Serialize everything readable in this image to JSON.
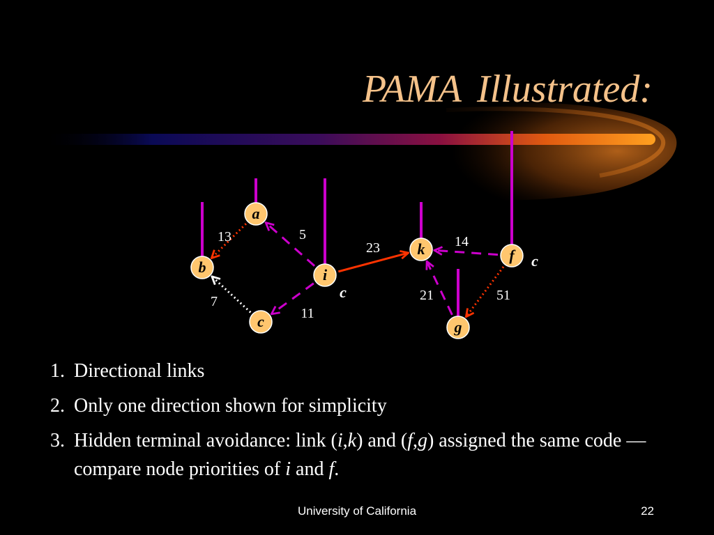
{
  "colors": {
    "background": "#000000",
    "title": "#f5c28a",
    "node_fill": "#ffc66e",
    "link_magenta": "#cc00cc",
    "link_red_active": "#ff3300",
    "link_red_dotted": "#ff3300",
    "link_white_dotted": "#ffffff",
    "text": "#ffffff"
  },
  "title": {
    "part1": "PAMA",
    "part2": "Illustrated:"
  },
  "diagram": {
    "nodes": [
      {
        "id": "a",
        "label": "a"
      },
      {
        "id": "b",
        "label": "b"
      },
      {
        "id": "c",
        "label": "c"
      },
      {
        "id": "i",
        "label": "i"
      },
      {
        "id": "k",
        "label": "k"
      },
      {
        "id": "f",
        "label": "f"
      },
      {
        "id": "g",
        "label": "g"
      }
    ],
    "links": [
      {
        "from": "a",
        "to": "b",
        "weight": "13",
        "style": "dotted-red"
      },
      {
        "from": "i",
        "to": "a",
        "weight": "5",
        "style": "dashed-magenta"
      },
      {
        "from": "c",
        "to": "b",
        "weight": "7",
        "style": "dotted-white"
      },
      {
        "from": "i",
        "to": "c",
        "weight": "11",
        "style": "dashed-magenta"
      },
      {
        "from": "i",
        "to": "k",
        "weight": "23",
        "style": "solid-red"
      },
      {
        "from": "f",
        "to": "k",
        "weight": "14",
        "style": "dashed-magenta"
      },
      {
        "from": "g",
        "to": "k",
        "weight": "21",
        "style": "dashed-magenta"
      },
      {
        "from": "f",
        "to": "g",
        "weight": "51",
        "style": "dotted-red"
      }
    ],
    "code_labels": [
      {
        "node": "i",
        "text": "c"
      },
      {
        "node": "f",
        "text": "c"
      }
    ]
  },
  "bullets": [
    {
      "num": "1.",
      "segments": [
        {
          "text": "Directional links",
          "italic": false
        }
      ]
    },
    {
      "num": "2.",
      "segments": [
        {
          "text": "Only one direction shown for simplicity",
          "italic": false
        }
      ]
    },
    {
      "num": "3.",
      "segments": [
        {
          "text": "Hidden terminal avoidance: link (",
          "italic": false
        },
        {
          "text": "i",
          "italic": true
        },
        {
          "text": ",",
          "italic": false
        },
        {
          "text": "k",
          "italic": true
        },
        {
          "text": ") and (",
          "italic": false
        },
        {
          "text": "f",
          "italic": true
        },
        {
          "text": ",",
          "italic": false
        },
        {
          "text": "g",
          "italic": true
        },
        {
          "text": ") assigned the same code — compare node priorities of ",
          "italic": false
        },
        {
          "text": "i",
          "italic": true
        },
        {
          "text": " and ",
          "italic": false
        },
        {
          "text": "f",
          "italic": true
        },
        {
          "text": ".",
          "italic": false
        }
      ]
    }
  ],
  "footer": {
    "institution": "University of California",
    "page": "22"
  }
}
